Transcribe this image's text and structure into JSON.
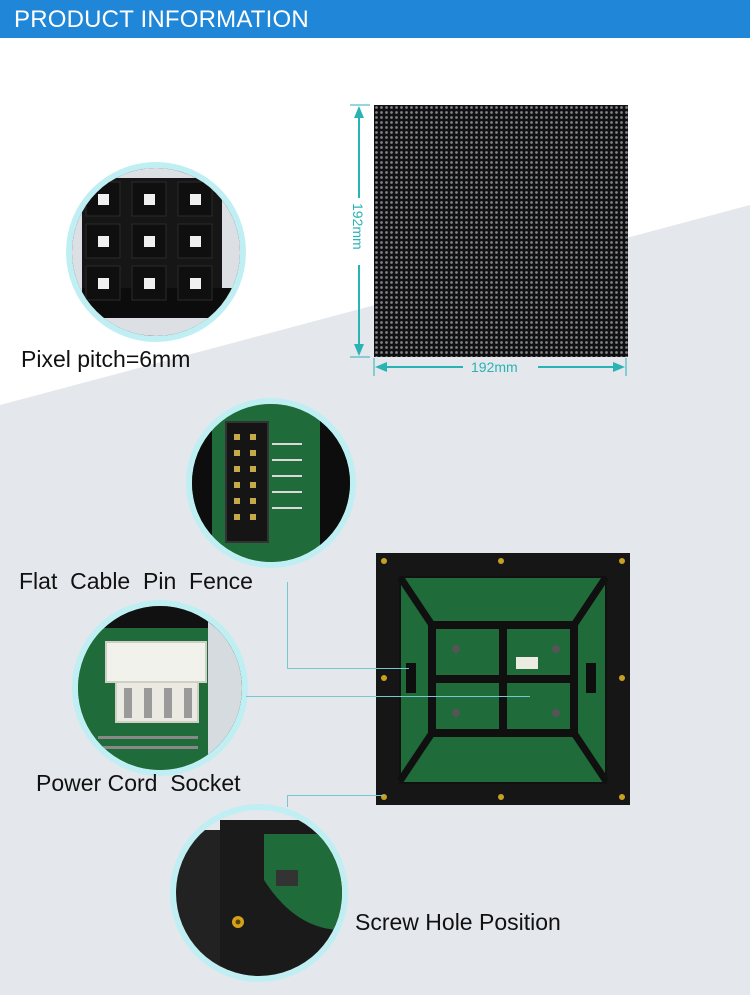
{
  "header": {
    "title": "PRODUCT INFORMATION",
    "color": "#1f86d8"
  },
  "dimensions": {
    "height": "192mm",
    "width": "192mm"
  },
  "labels": {
    "pixel_pitch": "Pixel pitch=6mm",
    "flat_cable": "Flat  Cable  Pin  Fence",
    "power_socket": "Power Cord  Socket",
    "screw_hole": "Screw Hole Position"
  },
  "colors": {
    "accent": "#2ab3b3",
    "circle_border": "#bfeff3",
    "pcb_green": "#1f6b3a"
  }
}
